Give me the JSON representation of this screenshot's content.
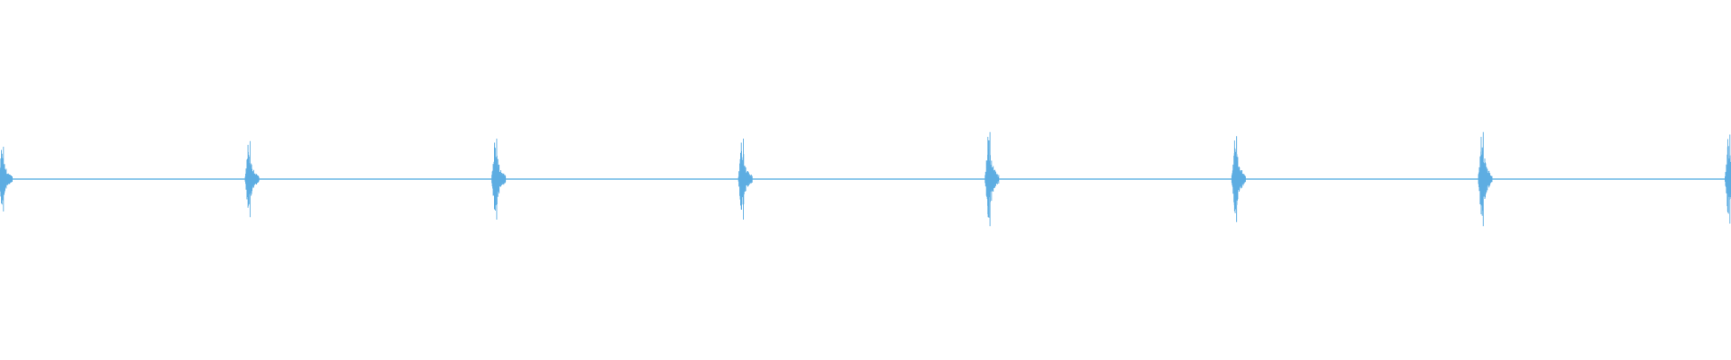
{
  "waveform": {
    "color": "#5dade2",
    "baseline_color": "#6db8e6",
    "background": "#ffffff",
    "duration_units": 7,
    "bursts": [
      {
        "t": 0.0,
        "amplitude": 0.4
      },
      {
        "t": 1.0,
        "amplitude": 0.47
      },
      {
        "t": 2.0,
        "amplitude": 0.5
      },
      {
        "t": 3.0,
        "amplitude": 0.5
      },
      {
        "t": 4.0,
        "amplitude": 0.58
      },
      {
        "t": 5.0,
        "amplitude": 0.53
      },
      {
        "t": 6.0,
        "amplitude": 0.58
      },
      {
        "t": 7.0,
        "amplitude": 0.55
      }
    ]
  }
}
